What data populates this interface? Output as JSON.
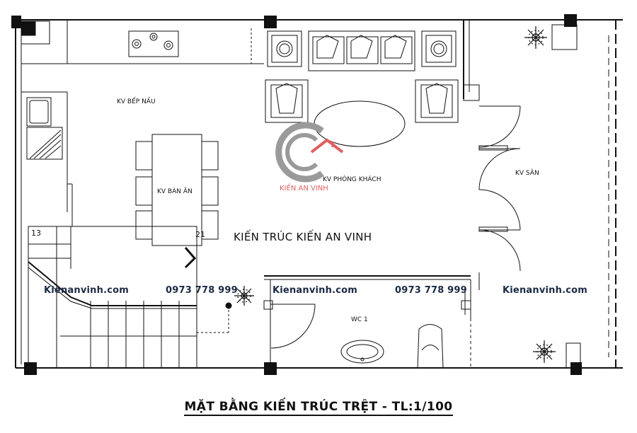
{
  "rooms": {
    "kitchen": "KV BẾP NẤU",
    "dining": "KV BÀN ĂN",
    "living": "KV PHÒNG KHÁCH",
    "yard": "KV SÂN",
    "wc": "WC 1"
  },
  "stair": {
    "start_num": "13",
    "end_num": "21"
  },
  "center_text": "KIẾN TRÚC KIẾN AN VINH",
  "logo_text": "KIẾN AN VINH",
  "watermarks": [
    "Kienanvinh.com",
    "0973 778 999",
    "Kienanvinh.com",
    "0973 778 999",
    "Kienanvinh.com"
  ],
  "caption": "MẶT BẰNG KIẾN TRÚC TRỆT - TL:1/100"
}
